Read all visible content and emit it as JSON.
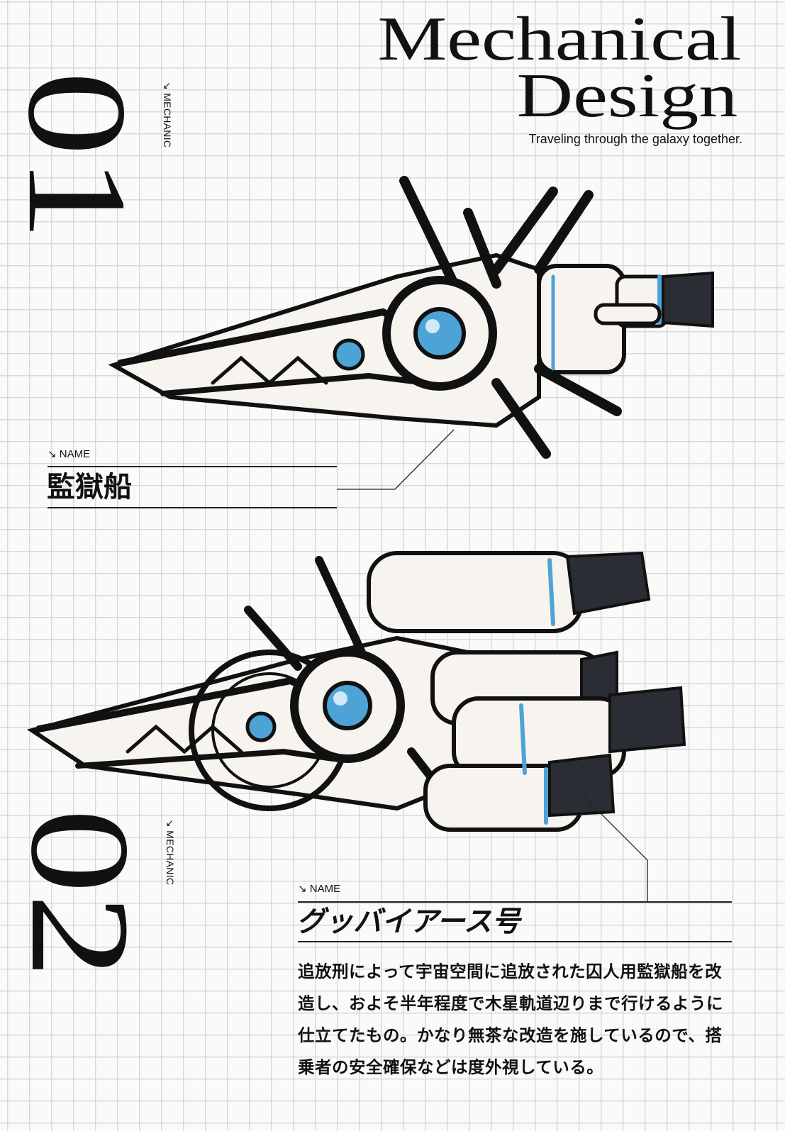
{
  "header": {
    "title_line1": "Mechanical",
    "title_line2": "Design",
    "tagline": "Traveling through the galaxy together."
  },
  "entries": [
    {
      "number": "01",
      "category": "↘ MECHANIC",
      "name_label": "↘ NAME",
      "name": "監獄船"
    },
    {
      "number": "02",
      "category": "↘ MECHANIC",
      "name_label": "↘ NAME",
      "name": "グッバイアース号",
      "description": "追放刑によって宇宙空間に追放された囚人用監獄船を改造し、およそ半年程度で木星軌道辺りまで行けるように仕立てたもの。かなり無茶な改造を施しているので、搭乗者の安全確保などは度外視している。"
    }
  ],
  "colors": {
    "accent": "#4da3d6",
    "ink": "#111111",
    "grid": "#d9d9d9"
  }
}
